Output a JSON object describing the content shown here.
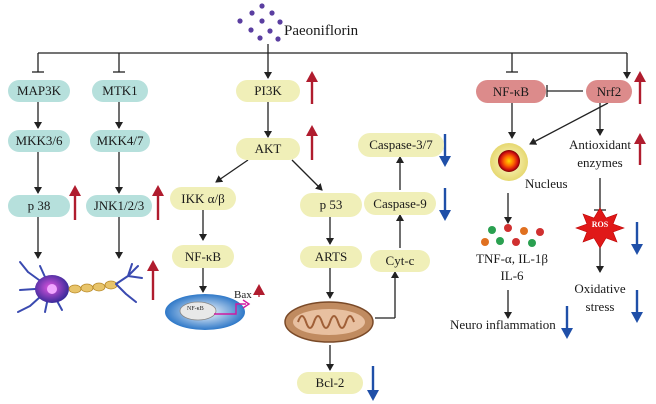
{
  "title": "Paeoniflorin",
  "nodes": {
    "map3k": "MAP3K",
    "mtk1": "MTK1",
    "mkk36": "MKK3/6",
    "mkk47": "MKK4/7",
    "p38": "p 38",
    "jnk": "JNK1/2/3",
    "pi3k": "PI3K",
    "akt": "AKT",
    "ikk": "IKK α/β",
    "nfkb_left": "NF-κB",
    "p53": "p 53",
    "arts": "ARTS",
    "bcl2": "Bcl-2",
    "caspase37": "Caspase-3/7",
    "caspase9": "Caspase-9",
    "cytc": "Cyt-c",
    "nfkb_right": "NF-κB",
    "nrf2": "Nrf2"
  },
  "labels": {
    "bax": "Bax",
    "dna_nfkb": "NF-κB",
    "nucleus": "Nucleus",
    "cytokines_line1": "TNF-α, IL-1β",
    "cytokines_line2": "IL-6",
    "neuro_inflammation": "Neuro inflammation",
    "antioxidant_line1": "Antioxidant",
    "antioxidant_line2": "enzymes",
    "ros": "ROS",
    "oxidative_line1": "Oxidative",
    "oxidative_line2": "stress"
  },
  "colors": {
    "up_arrow": "#b01c2e",
    "down_arrow": "#1f4fa8",
    "teal_node": "#b6e0dc",
    "yellow_node": "#f0efb8",
    "red_node": "#dc8b8b"
  }
}
